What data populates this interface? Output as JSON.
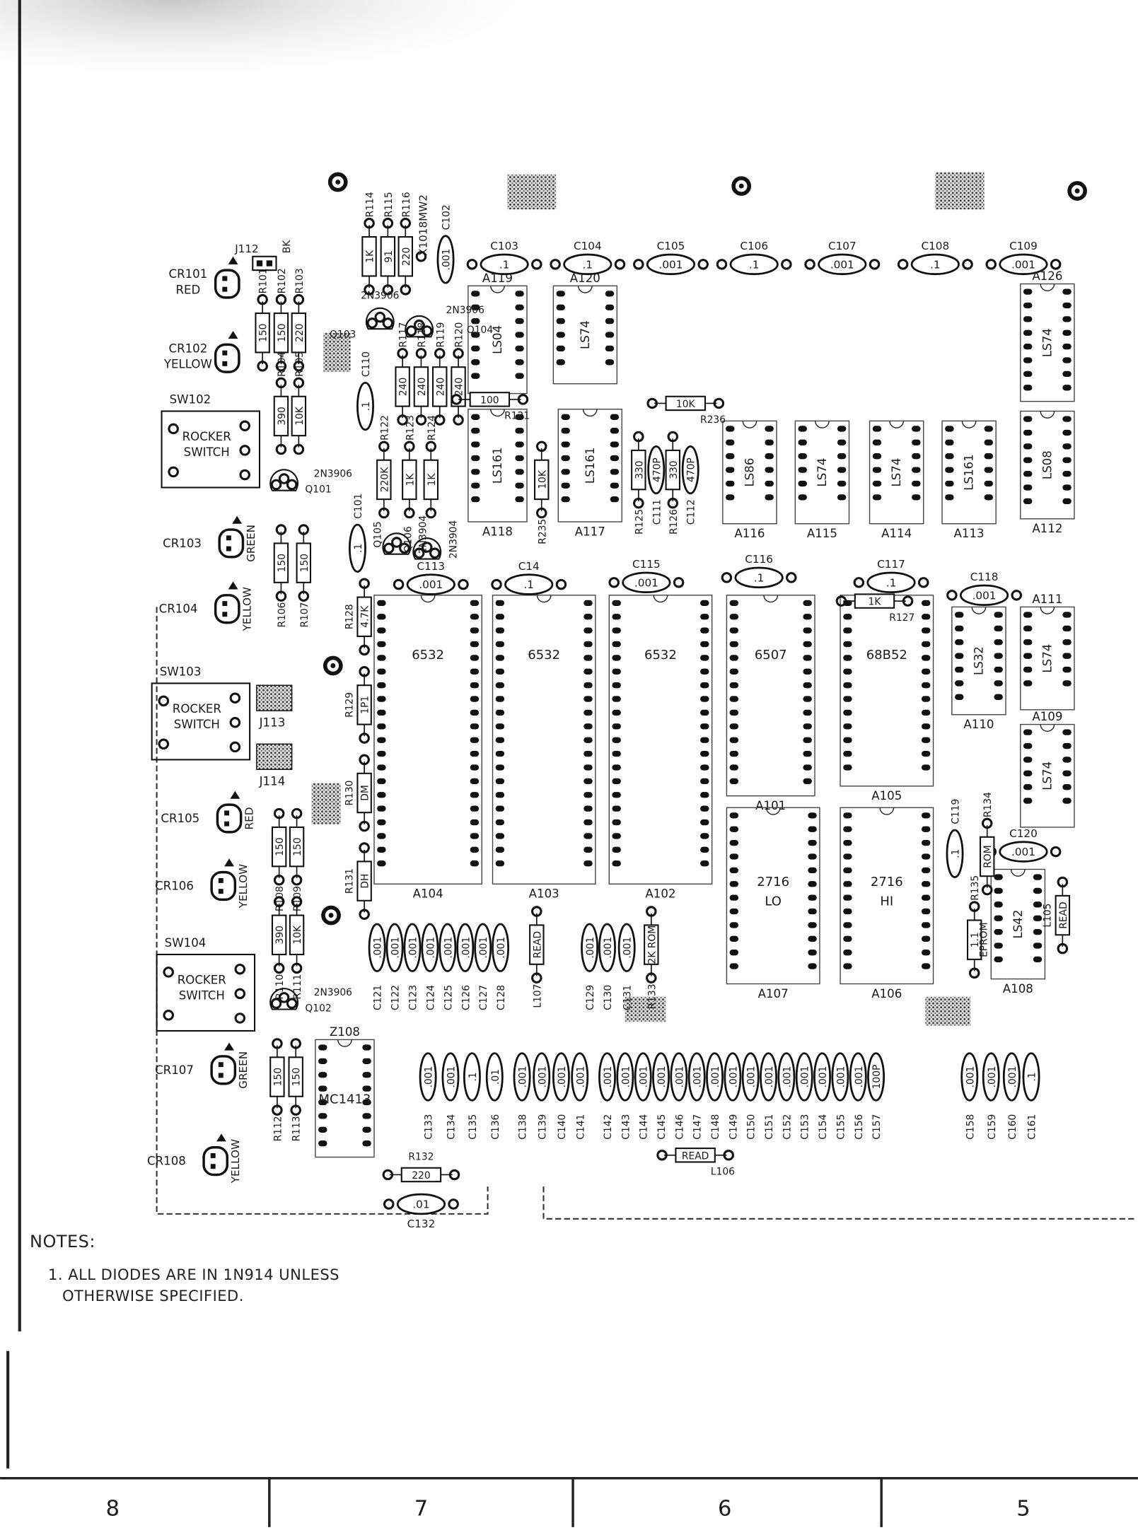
{
  "notes": {
    "heading": "NOTES:",
    "lines": [
      "1. ALL DIODES ARE IN 1N914 UNLESS",
      "OTHERWISE SPECIFIED."
    ]
  },
  "zones": [
    "8",
    "7",
    "6",
    "5"
  ],
  "ics": [
    {
      "ref": "A119",
      "type": "LS04"
    },
    {
      "ref": "A120",
      "type": "LS74"
    },
    {
      "ref": "A118",
      "type": "LS161"
    },
    {
      "ref": "A117",
      "type": "LS161"
    },
    {
      "ref": "A116",
      "type": "LS86"
    },
    {
      "ref": "A115",
      "type": "LS74"
    },
    {
      "ref": "A114",
      "type": "LS74"
    },
    {
      "ref": "A113",
      "type": "LS161"
    },
    {
      "ref": "A112",
      "type": "LS08"
    },
    {
      "ref": "A126",
      "type": "LS74"
    },
    {
      "ref": "A104",
      "type": "6532"
    },
    {
      "ref": "A103",
      "type": "6532"
    },
    {
      "ref": "A102",
      "type": "6532"
    },
    {
      "ref": "A101",
      "type": "6507"
    },
    {
      "ref": "A105",
      "type": "68B52"
    },
    {
      "ref": "A110",
      "type": "LS32"
    },
    {
      "ref": "A111",
      "type": "LS74"
    },
    {
      "ref": "A109",
      "type": "LS74"
    },
    {
      "ref": "A107",
      "type": "2716",
      "sub": "LO"
    },
    {
      "ref": "A106",
      "type": "2716",
      "sub": "HI"
    },
    {
      "ref": "A108",
      "type": "LS42"
    },
    {
      "ref": "Z108",
      "type": "MC1413"
    }
  ],
  "capacitors": [
    {
      "ref": "C102",
      "value": ".001"
    },
    {
      "ref": "C103",
      "value": ".1"
    },
    {
      "ref": "C104",
      "value": ".1"
    },
    {
      "ref": "C105",
      "value": ".001"
    },
    {
      "ref": "C106",
      "value": ".1"
    },
    {
      "ref": "C107",
      "value": ".001"
    },
    {
      "ref": "C108",
      "value": ".1"
    },
    {
      "ref": "C109",
      "value": ".001"
    },
    {
      "ref": "C110",
      "value": ".1"
    },
    {
      "ref": "C101",
      "value": ".1"
    },
    {
      "ref": "C113",
      "value": ".001"
    },
    {
      "ref": "C14",
      "value": ".1"
    },
    {
      "ref": "C115",
      "value": ".001"
    },
    {
      "ref": "C116",
      "value": ".1"
    },
    {
      "ref": "C117",
      "value": ".1"
    },
    {
      "ref": "C118",
      "value": ".001"
    },
    {
      "ref": "C120",
      "value": ".001"
    },
    {
      "ref": "C119",
      "value": ".1"
    },
    {
      "ref": "C111",
      "value": "470P"
    },
    {
      "ref": "C112",
      "value": "470P"
    },
    {
      "ref": "C121",
      "value": ".001"
    },
    {
      "ref": "C122",
      "value": ".001"
    },
    {
      "ref": "C123",
      "value": ".001"
    },
    {
      "ref": "C124",
      "value": ".001"
    },
    {
      "ref": "C125",
      "value": ".001"
    },
    {
      "ref": "C126",
      "value": ".001"
    },
    {
      "ref": "C127",
      "value": ".001"
    },
    {
      "ref": "C128",
      "value": ".001"
    },
    {
      "ref": "C129",
      "value": ".001"
    },
    {
      "ref": "C130",
      "value": ".001"
    },
    {
      "ref": "C131",
      "value": ".001"
    },
    {
      "ref": "C133",
      "value": ".001"
    },
    {
      "ref": "C134",
      "value": ".001"
    },
    {
      "ref": "C135",
      "value": ".1"
    },
    {
      "ref": "C136",
      "value": ".01"
    },
    {
      "ref": "C138",
      "value": ".001"
    },
    {
      "ref": "C139",
      "value": ".001"
    },
    {
      "ref": "C140",
      "value": ".001"
    },
    {
      "ref": "C141",
      "value": ".001"
    },
    {
      "ref": "C142",
      "value": ".001"
    },
    {
      "ref": "C143",
      "value": ".001"
    },
    {
      "ref": "C144",
      "value": ".001"
    },
    {
      "ref": "C145",
      "value": ".001"
    },
    {
      "ref": "C146",
      "value": ".001"
    },
    {
      "ref": "C147",
      "value": ".001"
    },
    {
      "ref": "C148",
      "value": ".001"
    },
    {
      "ref": "C149",
      "value": ".001"
    },
    {
      "ref": "C150",
      "value": ".001"
    },
    {
      "ref": "C151",
      "value": ".001"
    },
    {
      "ref": "C152",
      "value": ".001"
    },
    {
      "ref": "C153",
      "value": ".001"
    },
    {
      "ref": "C154",
      "value": ".001"
    },
    {
      "ref": "C155",
      "value": ".001"
    },
    {
      "ref": "C156",
      "value": ".001"
    },
    {
      "ref": "C157",
      "value": "100P"
    },
    {
      "ref": "C158",
      "value": ".001"
    },
    {
      "ref": "C159",
      "value": ".001"
    },
    {
      "ref": "C160",
      "value": ".001"
    },
    {
      "ref": "C161",
      "value": ".1"
    },
    {
      "ref": "C132",
      "value": ".01"
    }
  ],
  "resistors": [
    {
      "ref": "R114",
      "value": "1K"
    },
    {
      "ref": "R115",
      "value": "91"
    },
    {
      "ref": "R116",
      "value": "220"
    },
    {
      "ref": "R101",
      "value": "150"
    },
    {
      "ref": "R102",
      "value": "150"
    },
    {
      "ref": "R103",
      "value": "220"
    },
    {
      "ref": "R104",
      "value": "390"
    },
    {
      "ref": "R105",
      "value": "10K"
    },
    {
      "ref": "R106",
      "value": "150"
    },
    {
      "ref": "R107",
      "value": "150"
    },
    {
      "ref": "R108",
      "value": "150"
    },
    {
      "ref": "R109",
      "value": "150"
    },
    {
      "ref": "R110",
      "value": "390"
    },
    {
      "ref": "R111",
      "value": "10K"
    },
    {
      "ref": "R112",
      "value": "150"
    },
    {
      "ref": "R113",
      "value": "150"
    },
    {
      "ref": "R117",
      "value": "240"
    },
    {
      "ref": "R118",
      "value": "240"
    },
    {
      "ref": "R119",
      "value": "240"
    },
    {
      "ref": "R120",
      "value": "240"
    },
    {
      "ref": "R121",
      "value": "100"
    },
    {
      "ref": "R236",
      "value": "10K"
    },
    {
      "ref": "R122",
      "value": "220K"
    },
    {
      "ref": "R123",
      "value": "1K"
    },
    {
      "ref": "R124",
      "value": "1K"
    },
    {
      "ref": "R235",
      "value": "10K"
    },
    {
      "ref": "R125",
      "value": "330"
    },
    {
      "ref": "R126",
      "value": "330"
    },
    {
      "ref": "R127",
      "value": "1K"
    },
    {
      "ref": "R128",
      "value": "4.7K"
    },
    {
      "ref": "R129",
      "value": "1P1"
    },
    {
      "ref": "R130",
      "value": "DM"
    },
    {
      "ref": "R131",
      "value": "DH"
    },
    {
      "ref": "R132",
      "value": "220"
    },
    {
      "ref": "R133",
      "value": "2K ROM"
    },
    {
      "ref": "R134",
      "value": "ROM"
    },
    {
      "ref": "R135",
      "value": "1.1"
    },
    {
      "ref": "L105",
      "value": "READ"
    },
    {
      "ref": "L106",
      "value": "READ"
    },
    {
      "ref": "L107",
      "value": "READ"
    }
  ],
  "leds": [
    {
      "ref": "CR101",
      "color": "RED"
    },
    {
      "ref": "CR102",
      "color": "YELLOW"
    },
    {
      "ref": "CR103",
      "color": "GREEN"
    },
    {
      "ref": "CR104",
      "color": "YELLOW"
    },
    {
      "ref": "CR105",
      "color": "RED"
    },
    {
      "ref": "CR106",
      "color": "YELLOW"
    },
    {
      "ref": "CR107",
      "color": "GREEN"
    },
    {
      "ref": "CR108",
      "color": "YELLOW"
    }
  ],
  "switches": [
    {
      "ref": "SW102",
      "label1": "ROCKER",
      "label2": "SWITCH"
    },
    {
      "ref": "SW103",
      "label1": "ROCKER",
      "label2": "SWITCH"
    },
    {
      "ref": "SW104",
      "label1": "ROCKER",
      "label2": "SWITCH"
    }
  ],
  "transistors": [
    {
      "ref": "Q101",
      "type": "2N3906"
    },
    {
      "ref": "Q102",
      "type": "2N3906"
    },
    {
      "ref": "Q103",
      "type": "2N3906"
    },
    {
      "ref": "Q104",
      "type": "2N3906"
    },
    {
      "ref": "Q105",
      "type": "2N3904"
    },
    {
      "ref": "Q106",
      "type": "2N3904"
    }
  ],
  "connectors": [
    {
      "ref": "J112",
      "note": "BK"
    },
    {
      "ref": "J113"
    },
    {
      "ref": "J114"
    }
  ],
  "misc": {
    "crystal": "X1018MW2",
    "eprom": "EPROM"
  }
}
